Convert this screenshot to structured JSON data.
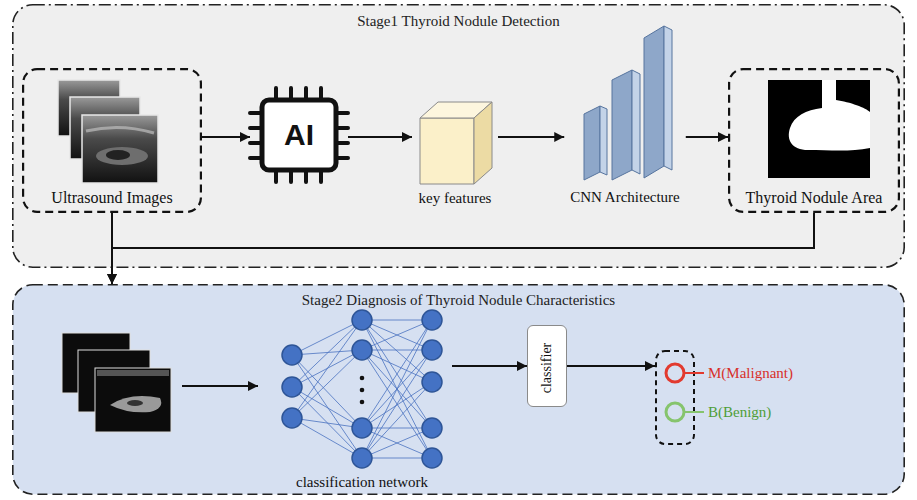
{
  "diagram": {
    "nodes": [
      {
        "text": [
          "Stage1 Thyroid Nodule Detection"
        ]
      },
      {
        "text": [
          "Ultrasound Images"
        ],
        "in": 0
      },
      {
        "text": [
          "AI"
        ],
        "in": 0
      },
      {
        "text": [
          "key features"
        ],
        "in": 0
      },
      {
        "text": [
          "CNN Architecture"
        ],
        "in": 0
      },
      {
        "text": [
          "Thyroid Nodule Area"
        ],
        "in": 0
      },
      {
        "text": [
          "Stage2 Diagnosis of Thyroid Nodule Characteristics"
        ]
      },
      {
        "text": [
          "classification network"
        ],
        "in": 6
      },
      {
        "text": [
          "classifier"
        ],
        "in": 6
      },
      {
        "text": [
          "M(Malignant)",
          "B(Benign)"
        ],
        "in": 6
      }
    ],
    "edges": [
      {
        "from": 1,
        "to": 2,
        "arrow": "to"
      },
      {
        "from": 2,
        "to": 3,
        "arrow": "to"
      },
      {
        "from": 3,
        "to": 4,
        "arrow": "to"
      },
      {
        "from": 4,
        "to": 5,
        "arrow": "to"
      },
      {
        "from": 1,
        "to": 6,
        "arrow": "to"
      },
      {
        "from": 5,
        "to": 6,
        "arrow": "to"
      },
      {
        "from": 7,
        "to": 8,
        "arrow": "to"
      },
      {
        "from": 8,
        "to": 9,
        "arrow": "to"
      }
    ]
  }
}
